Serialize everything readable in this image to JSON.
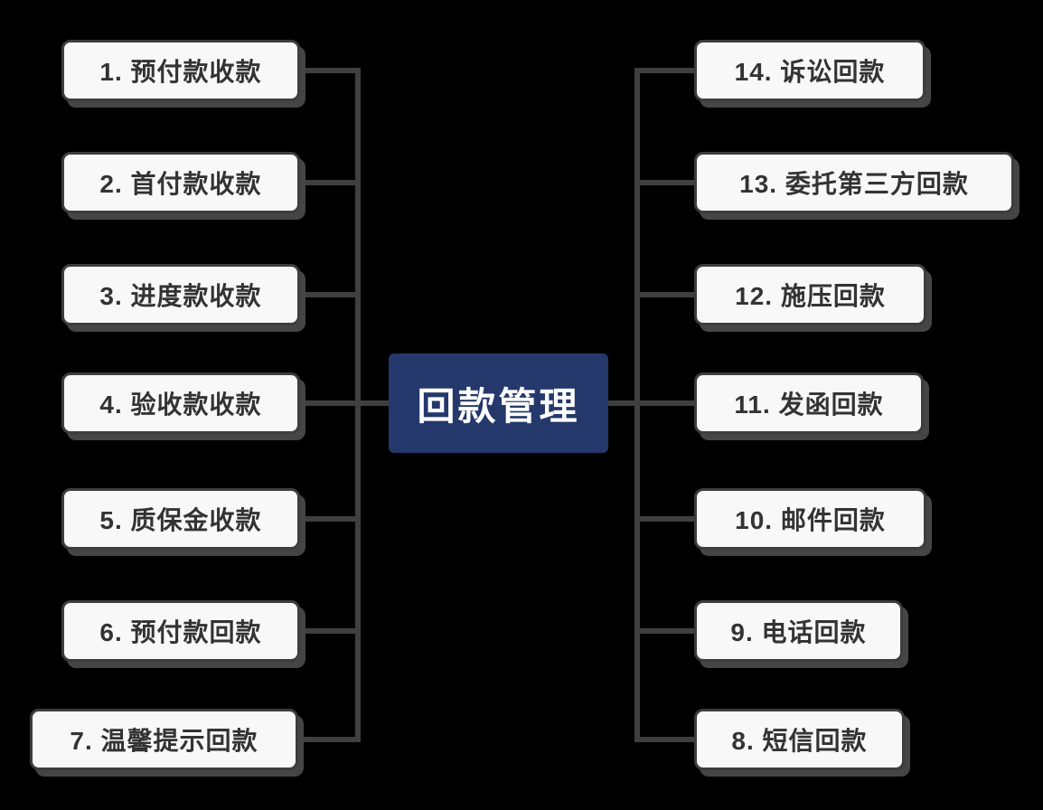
{
  "diagram": {
    "central": {
      "label": "回款管理"
    },
    "left_nodes": [
      {
        "label": "1. 预付款收款"
      },
      {
        "label": "2. 首付款收款"
      },
      {
        "label": "3. 进度款收款"
      },
      {
        "label": "4. 验收款收款"
      },
      {
        "label": "5. 质保金收款"
      },
      {
        "label": "6. 预付款回款"
      },
      {
        "label": "7. 温馨提示回款"
      }
    ],
    "right_nodes": [
      {
        "label": "14. 诉讼回款"
      },
      {
        "label": "13. 委托第三方回款"
      },
      {
        "label": "12. 施压回款"
      },
      {
        "label": "11. 发函回款"
      },
      {
        "label": "10. 邮件回款"
      },
      {
        "label": "9. 电话回款"
      },
      {
        "label": "8. 短信回款"
      }
    ]
  },
  "colors": {
    "background": "#000000",
    "node_fill": "#f8f8f8",
    "node_border": "#3d3d3d",
    "node_text": "#333333",
    "node_shadow": "#454545",
    "central_fill": "#24386b",
    "central_text": "#ffffff",
    "connector": "#3f3f3f"
  }
}
